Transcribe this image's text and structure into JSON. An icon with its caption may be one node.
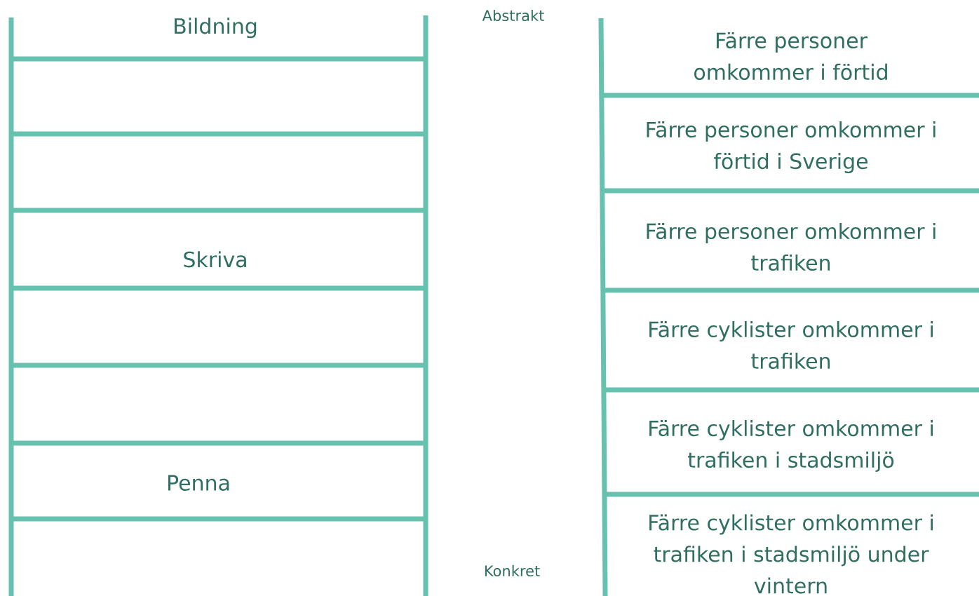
{
  "diagram": {
    "nodes": [
      {
        "text": [
          "Bildning"
        ]
      },
      {
        "text": [
          "Skriva"
        ]
      },
      {
        "text": [
          "Penna"
        ]
      },
      {
        "text": [
          "Färre personer omkommer i förtid"
        ]
      },
      {
        "text": [
          "Färre personer omkommer i förtid i Sverige"
        ]
      },
      {
        "text": [
          "Färre personer omkommer i trafiken"
        ]
      },
      {
        "text": [
          "Färre cyklister omkommer i trafiken"
        ]
      },
      {
        "text": [
          "Färre cyklister omkommer i trafiken i stadsmiljö"
        ]
      },
      {
        "text": [
          "Färre cyklister omkommer i trafiken i stadsmiljö under vintern"
        ]
      }
    ],
    "edges": [],
    "labels": [
      "Abstrakt",
      "Konkret"
    ]
  }
}
